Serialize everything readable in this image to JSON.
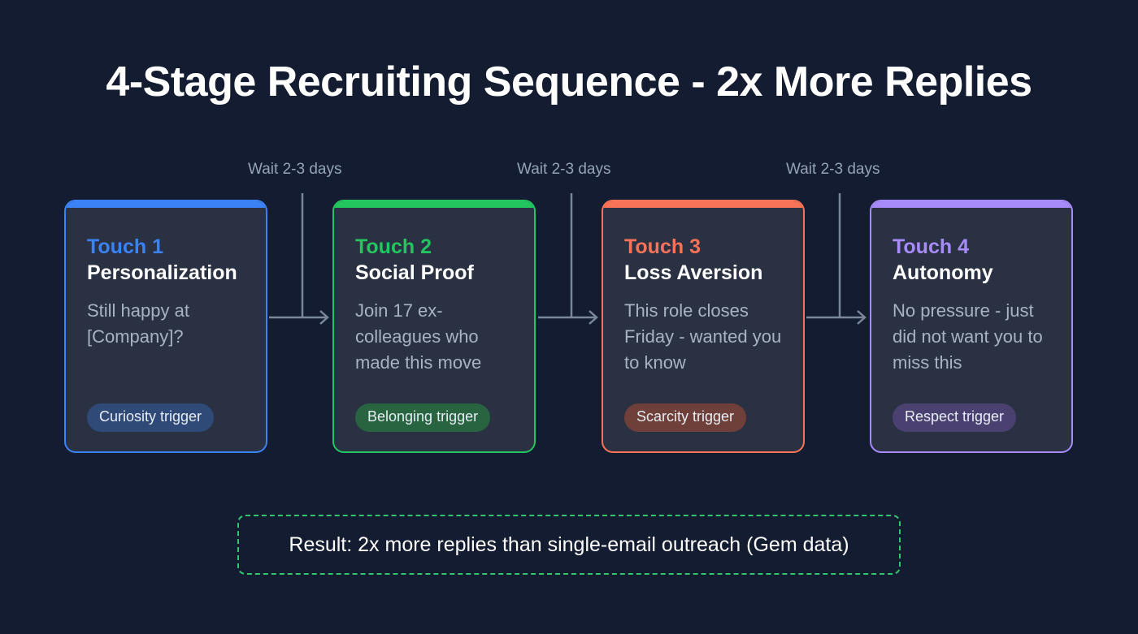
{
  "title": "4-Stage Recruiting Sequence - 2x More Replies",
  "colors": {
    "background": "#131c30",
    "card_surface": "#2a3143",
    "body_text": "#a8b2c4",
    "wait_label": "#94a3b8",
    "connector": "#7a8699",
    "result_border": "#34c46c",
    "blue": "#3b82f6",
    "green": "#22c55e",
    "orange": "#f97358",
    "purple": "#a78bfa"
  },
  "cards": [
    {
      "touch": "Touch 1",
      "name": "Personalization",
      "body": "Still happy at [Company]?",
      "badge": "Curiosity trigger",
      "accent": "#3b82f6",
      "badge_bg": "#2f4a76"
    },
    {
      "touch": "Touch 2",
      "name": "Social Proof",
      "body": "Join 17 ex-colleagues who made this move",
      "badge": "Belonging trigger",
      "accent": "#22c55e",
      "badge_bg": "#27643f"
    },
    {
      "touch": "Touch 3",
      "name": "Loss Aversion",
      "body": "This role closes Friday - wanted you to know",
      "badge": "Scarcity trigger",
      "accent": "#f97358",
      "badge_bg": "#6f4039"
    },
    {
      "touch": "Touch 4",
      "name": "Autonomy",
      "body": "No pressure - just did not want you to miss this",
      "badge": "Respect trigger",
      "accent": "#a78bfa",
      "badge_bg": "#4b4170"
    }
  ],
  "wait_labels": [
    "Wait 2-3 days",
    "Wait 2-3 days",
    "Wait 2-3 days"
  ],
  "result": "Result: 2x more replies than single-email outreach (Gem data)"
}
